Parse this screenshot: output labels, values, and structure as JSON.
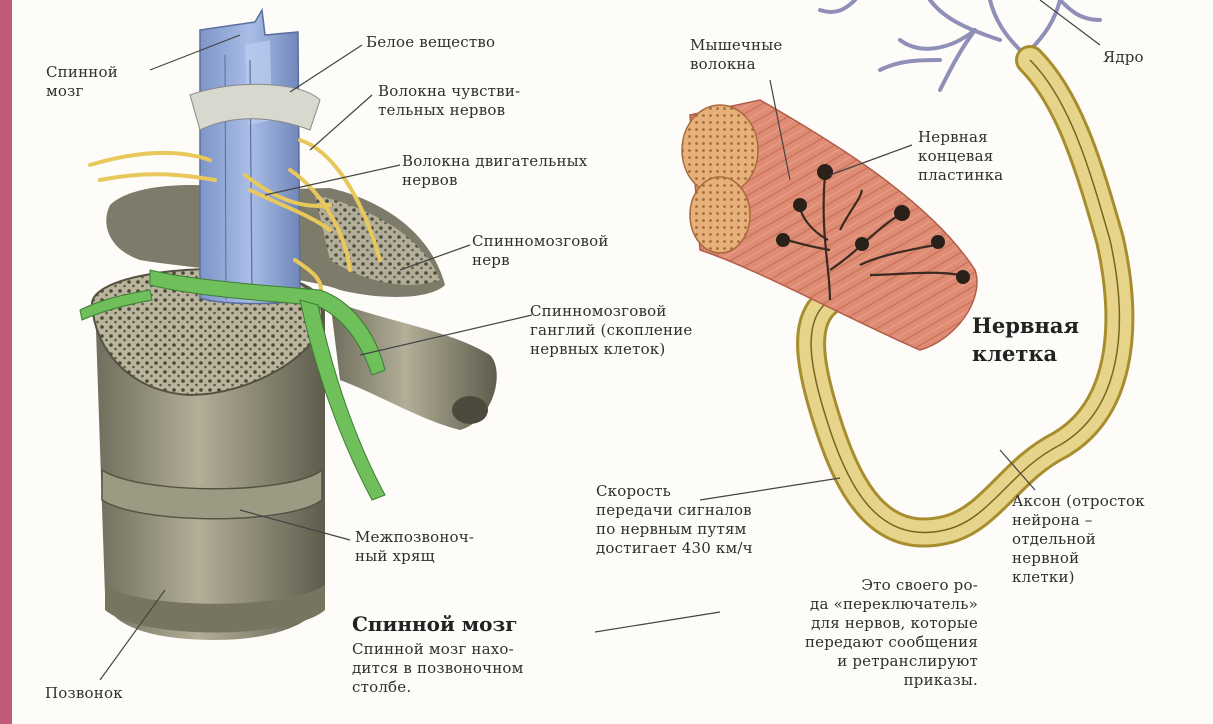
{
  "labels": {
    "spinal_cord": "Спинной\nмозг",
    "white_matter": "Белое вещество",
    "sensory_fibers": "Волокна чувстви-\nтельных нервов",
    "motor_fibers": "Волокна двигательных\nнервов",
    "spinal_nerve": "Спинномозговой\nнерв",
    "spinal_ganglion": "Спинномозговой\nганглий (скопление\nнервных клеток)",
    "intervertebral_cartilage": "Межпозвоноч-\nный хрящ",
    "vertebra": "Позвонок",
    "muscle_fibers": "Мышечные\nволокна",
    "end_plate": "Нервная\nконцевая\nпластинка",
    "nucleus": "Ядро",
    "axon": "Аксон (отросток\nнейрона –\nотдельной\nнервной\nклетки)",
    "speed_note": "Скорость\nпередачи сигналов\nпо нервным путям\nдостигает 430 км/ч",
    "switch_note": "Это своего ро-\nда «переключатель»\nдля нервов, которые\nпередают сообщения\nи ретранслируют\nприказы."
  },
  "headings": {
    "nerve_cell": "Нервная\nклетка",
    "spinal_cord_title": "Спинной мозг",
    "spinal_cord_desc": "Спинной мозг нахо-\nдится в позвоночном\nстолбе."
  },
  "colors": {
    "spinal_cord": "#8fa6d6",
    "nerve_fibers": "#e8c85a",
    "ganglion": "#6fbf5a",
    "bone": "#8c8a78",
    "muscle": "#d9806a",
    "axon": "#d8c46a",
    "dendrites": "#8f8fb8"
  }
}
